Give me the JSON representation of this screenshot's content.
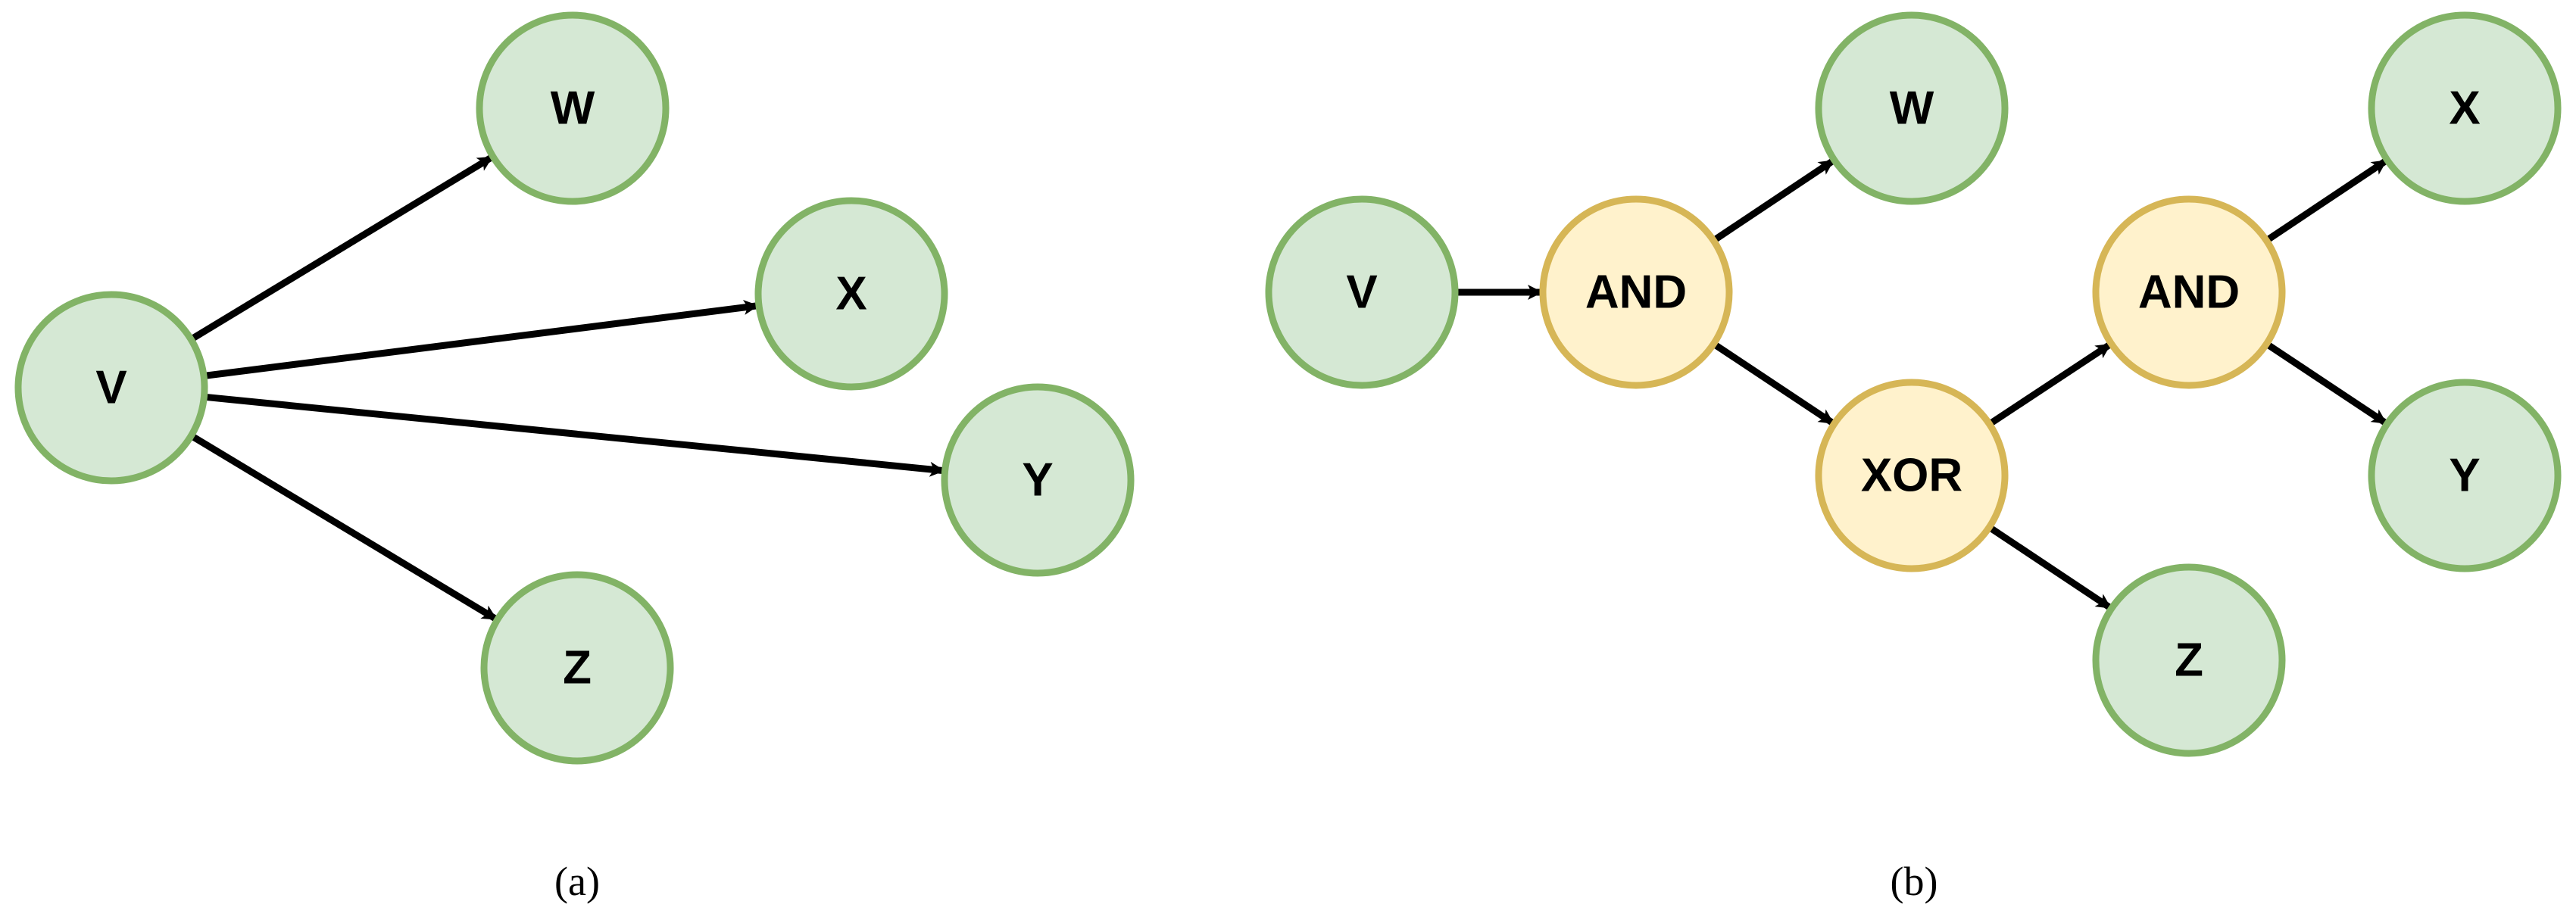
{
  "panels": [
    {
      "id": "a",
      "caption": "(a)",
      "nodes": [
        {
          "id": "V",
          "label": "V",
          "kind": "node"
        },
        {
          "id": "W",
          "label": "W",
          "kind": "node"
        },
        {
          "id": "X",
          "label": "X",
          "kind": "node"
        },
        {
          "id": "Y",
          "label": "Y",
          "kind": "node"
        },
        {
          "id": "Z",
          "label": "Z",
          "kind": "node"
        }
      ],
      "edges": [
        {
          "from": "V",
          "to": "W"
        },
        {
          "from": "V",
          "to": "X"
        },
        {
          "from": "V",
          "to": "Y"
        },
        {
          "from": "V",
          "to": "Z"
        }
      ]
    },
    {
      "id": "b",
      "caption": "(b)",
      "nodes": [
        {
          "id": "V",
          "label": "V",
          "kind": "node"
        },
        {
          "id": "AND1",
          "label": "AND",
          "kind": "gate"
        },
        {
          "id": "W",
          "label": "W",
          "kind": "node"
        },
        {
          "id": "XOR",
          "label": "XOR",
          "kind": "gate"
        },
        {
          "id": "AND2",
          "label": "AND",
          "kind": "gate"
        },
        {
          "id": "X",
          "label": "X",
          "kind": "node"
        },
        {
          "id": "Y",
          "label": "Y",
          "kind": "node"
        },
        {
          "id": "Z",
          "label": "Z",
          "kind": "node"
        }
      ],
      "edges": [
        {
          "from": "V",
          "to": "AND1"
        },
        {
          "from": "AND1",
          "to": "W"
        },
        {
          "from": "AND1",
          "to": "XOR"
        },
        {
          "from": "XOR",
          "to": "AND2"
        },
        {
          "from": "XOR",
          "to": "Z"
        },
        {
          "from": "AND2",
          "to": "X"
        },
        {
          "from": "AND2",
          "to": "Y"
        }
      ]
    }
  ],
  "colors": {
    "node_fill": "#d5e8d4",
    "node_stroke": "#82b366",
    "gate_fill": "#fff2cc",
    "gate_stroke": "#d6b656",
    "edge": "#000000"
  }
}
